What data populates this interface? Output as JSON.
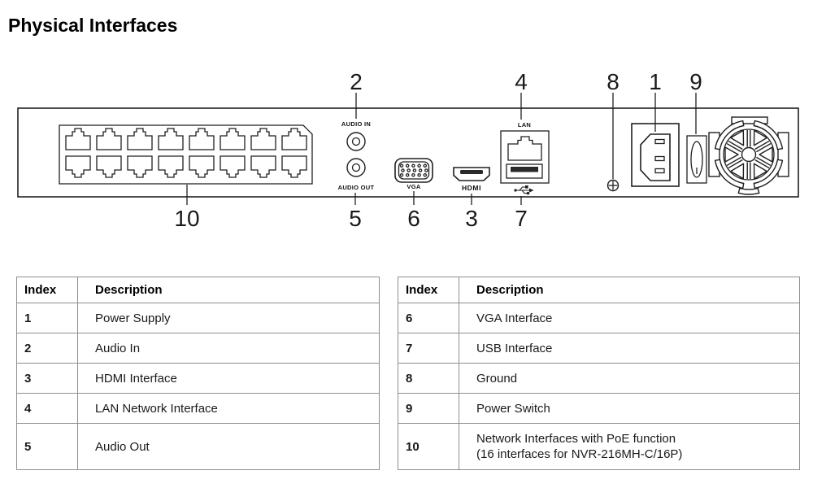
{
  "page": {
    "title": "Physical Interfaces"
  },
  "diagram": {
    "labels": {
      "audio_in": "AUDIO IN",
      "audio_out": "AUDIO OUT",
      "vga": "VGA",
      "hdmi": "HDMI",
      "lan": "LAN"
    },
    "callouts": {
      "power_supply": "1",
      "audio_in": "2",
      "hdmi": "3",
      "lan": "4",
      "audio_out": "5",
      "vga": "6",
      "usb": "7",
      "ground": "8",
      "power_switch": "9",
      "poe_ports": "10"
    }
  },
  "tables": [
    {
      "headers": [
        "Index",
        "Description"
      ],
      "rows": [
        [
          "1",
          "Power Supply"
        ],
        [
          "2",
          "Audio In"
        ],
        [
          "3",
          "HDMI Interface"
        ],
        [
          "4",
          "LAN Network Interface"
        ],
        [
          "5",
          "Audio Out"
        ]
      ]
    },
    {
      "headers": [
        "Index",
        "Description"
      ],
      "rows": [
        [
          "6",
          "VGA Interface"
        ],
        [
          "7",
          "USB Interface"
        ],
        [
          "8",
          "Ground"
        ],
        [
          "9",
          "Power Switch"
        ],
        [
          "10",
          "Network Interfaces with PoE function\n(16 interfaces for NVR-216MH-C/16P)"
        ]
      ]
    }
  ]
}
